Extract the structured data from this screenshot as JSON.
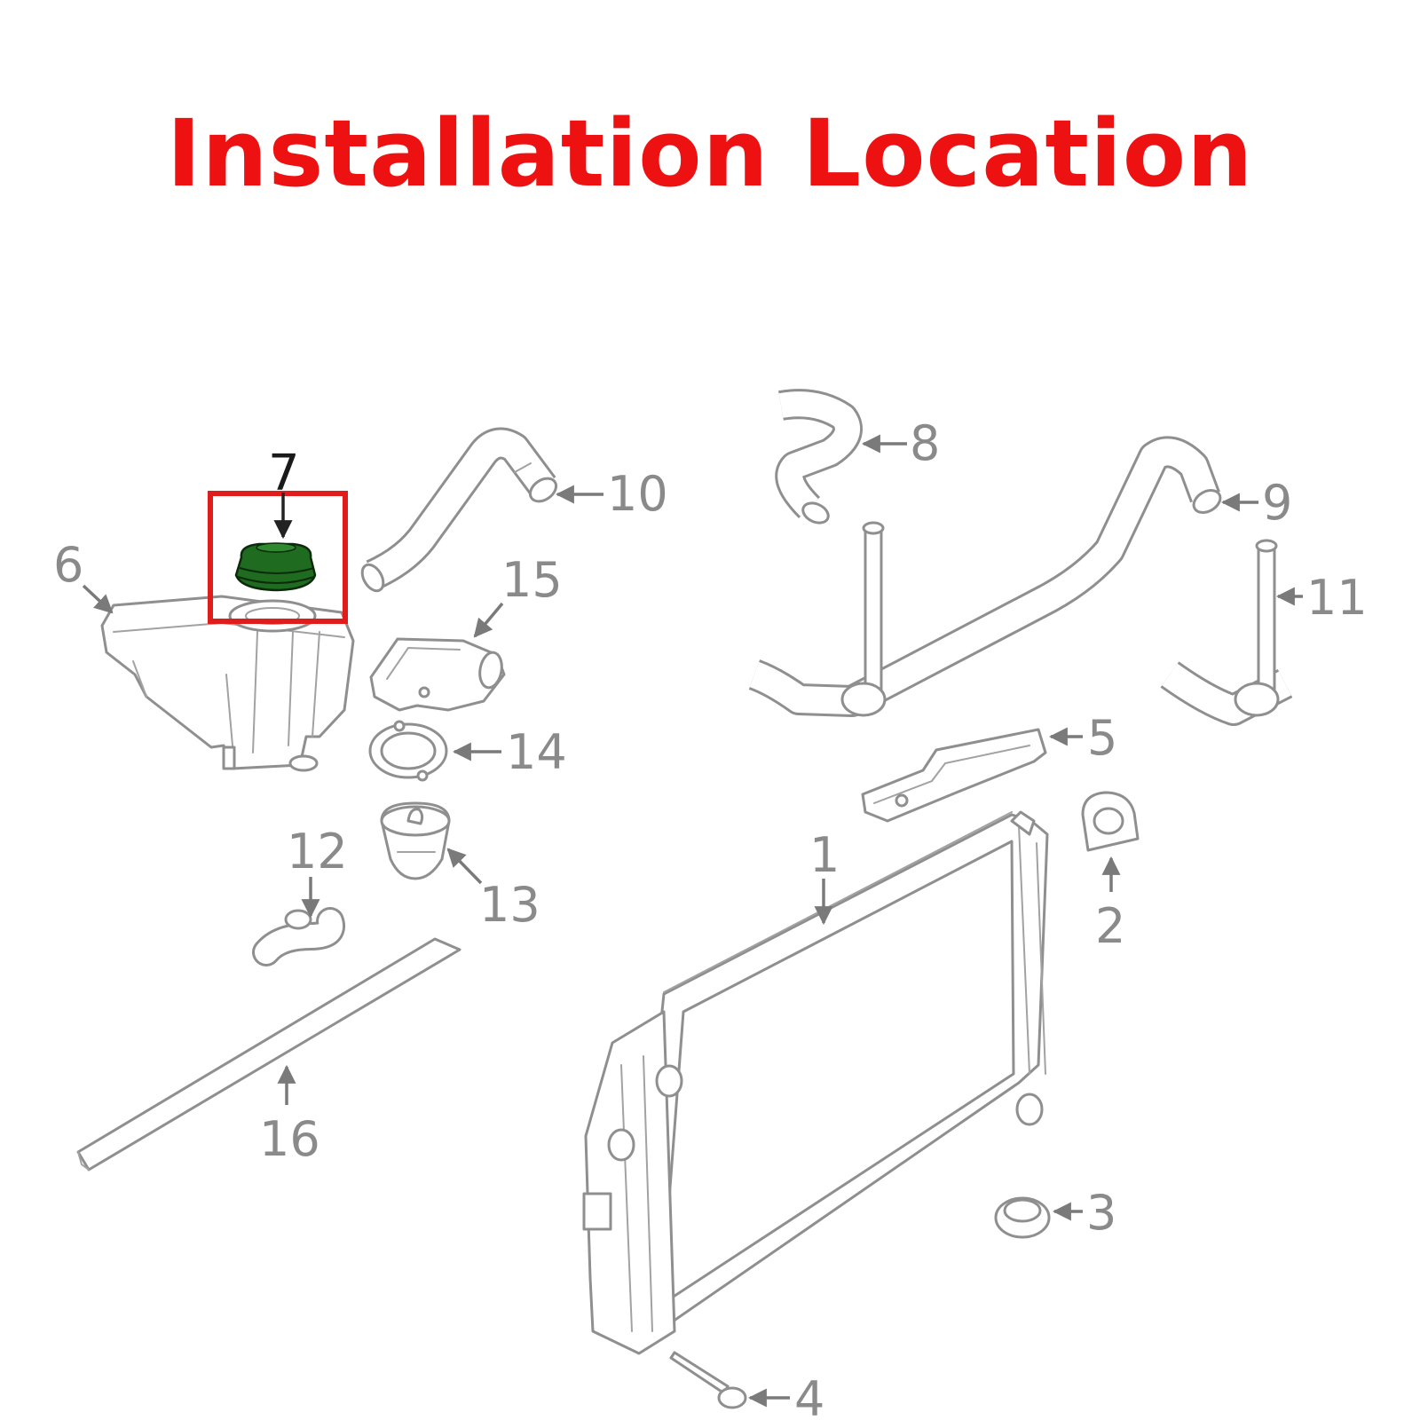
{
  "title": "Installation Location",
  "colors": {
    "title": "#ee1111",
    "highlight_box": "#e21b1b",
    "highlighted_part": "#1f6b1f",
    "line_art": "#8f8f8f"
  },
  "highlighted_callout": "7",
  "callouts": [
    "1",
    "2",
    "3",
    "4",
    "5",
    "6",
    "7",
    "8",
    "9",
    "10",
    "11",
    "12",
    "13",
    "14",
    "15",
    "16"
  ]
}
